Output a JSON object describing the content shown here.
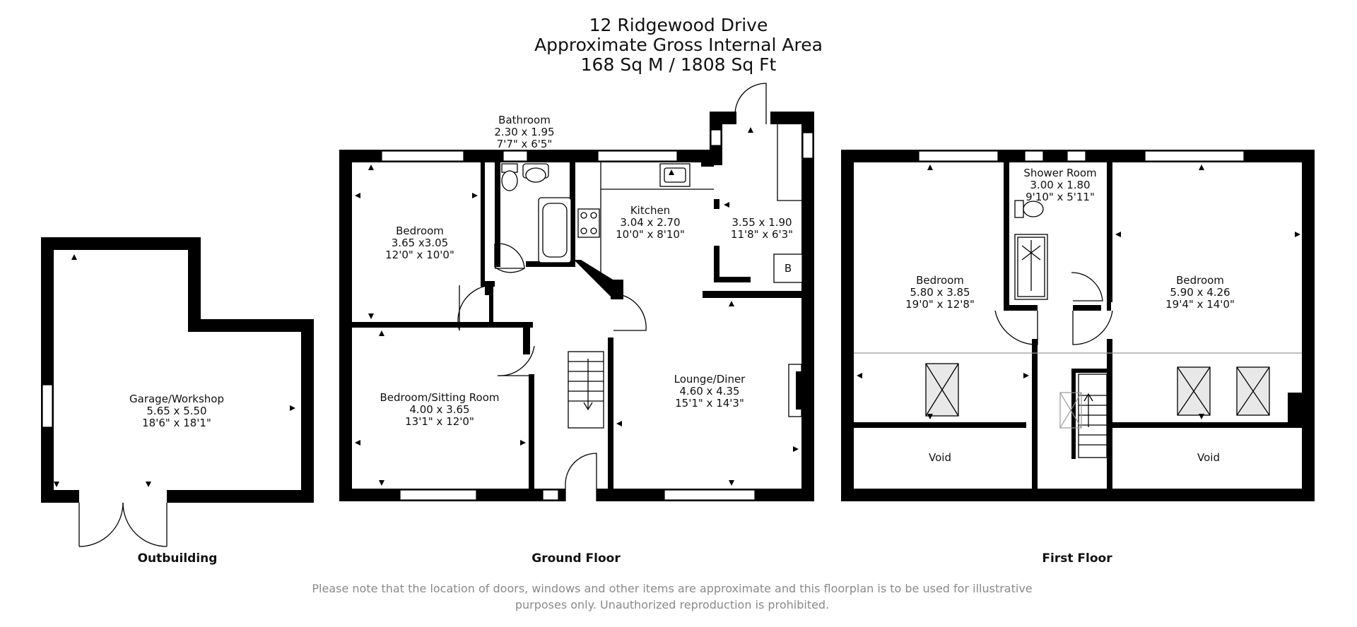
{
  "header": {
    "address": "12 Ridgewood Drive",
    "area_label": "Approximate Gross Internal Area",
    "area_value": "168 Sq M / 1808 Sq Ft"
  },
  "floors": {
    "outbuilding": "Outbuilding",
    "ground": "Ground Floor",
    "first": "First Floor"
  },
  "rooms": {
    "garage": {
      "name": "Garage/Workshop",
      "metric": "5.65 x 5.50",
      "imperial": "18'6\" x 18'1\""
    },
    "bedroom_gf": {
      "name": "Bedroom",
      "metric": "3.65 x3.05",
      "imperial": "12'0\" x 10'0\""
    },
    "bathroom": {
      "name": "Bathroom",
      "metric": "2.30 x 1.95",
      "imperial": "7'7\" x 6'5\""
    },
    "kitchen": {
      "name": "Kitchen",
      "metric": "3.04 x 2.70",
      "imperial": "10'0\" x 8'10\""
    },
    "utility": {
      "metric": "3.55 x 1.90",
      "imperial": "11'8\" x 6'3\""
    },
    "boiler": "B",
    "bedroom_sitting": {
      "name": "Bedroom/Sitting Room",
      "metric": "4.00 x 3.65",
      "imperial": "13'1\" x 12'0\""
    },
    "lounge": {
      "name": "Lounge/Diner",
      "metric": "4.60 x 4.35",
      "imperial": "15'1\" x 14'3\""
    },
    "shower": {
      "name": "Shower Room",
      "metric": "3.00 x 1.80",
      "imperial": "9'10\" x 5'11\""
    },
    "bedroom_ff_left": {
      "name": "Bedroom",
      "metric": "5.80 x 3.85",
      "imperial": "19'0\" x 12'8\""
    },
    "bedroom_ff_right": {
      "name": "Bedroom",
      "metric": "5.90 x 4.26",
      "imperial": "19'4\" x 14'0\""
    },
    "void_left": "Void",
    "void_right": "Void"
  },
  "disclaimer": {
    "line1": "Please note that the location of doors, windows and other items are approximate and this floorplan is to be used for illustrative",
    "line2": "purposes only. Unauthorized reproduction is prohibited."
  }
}
